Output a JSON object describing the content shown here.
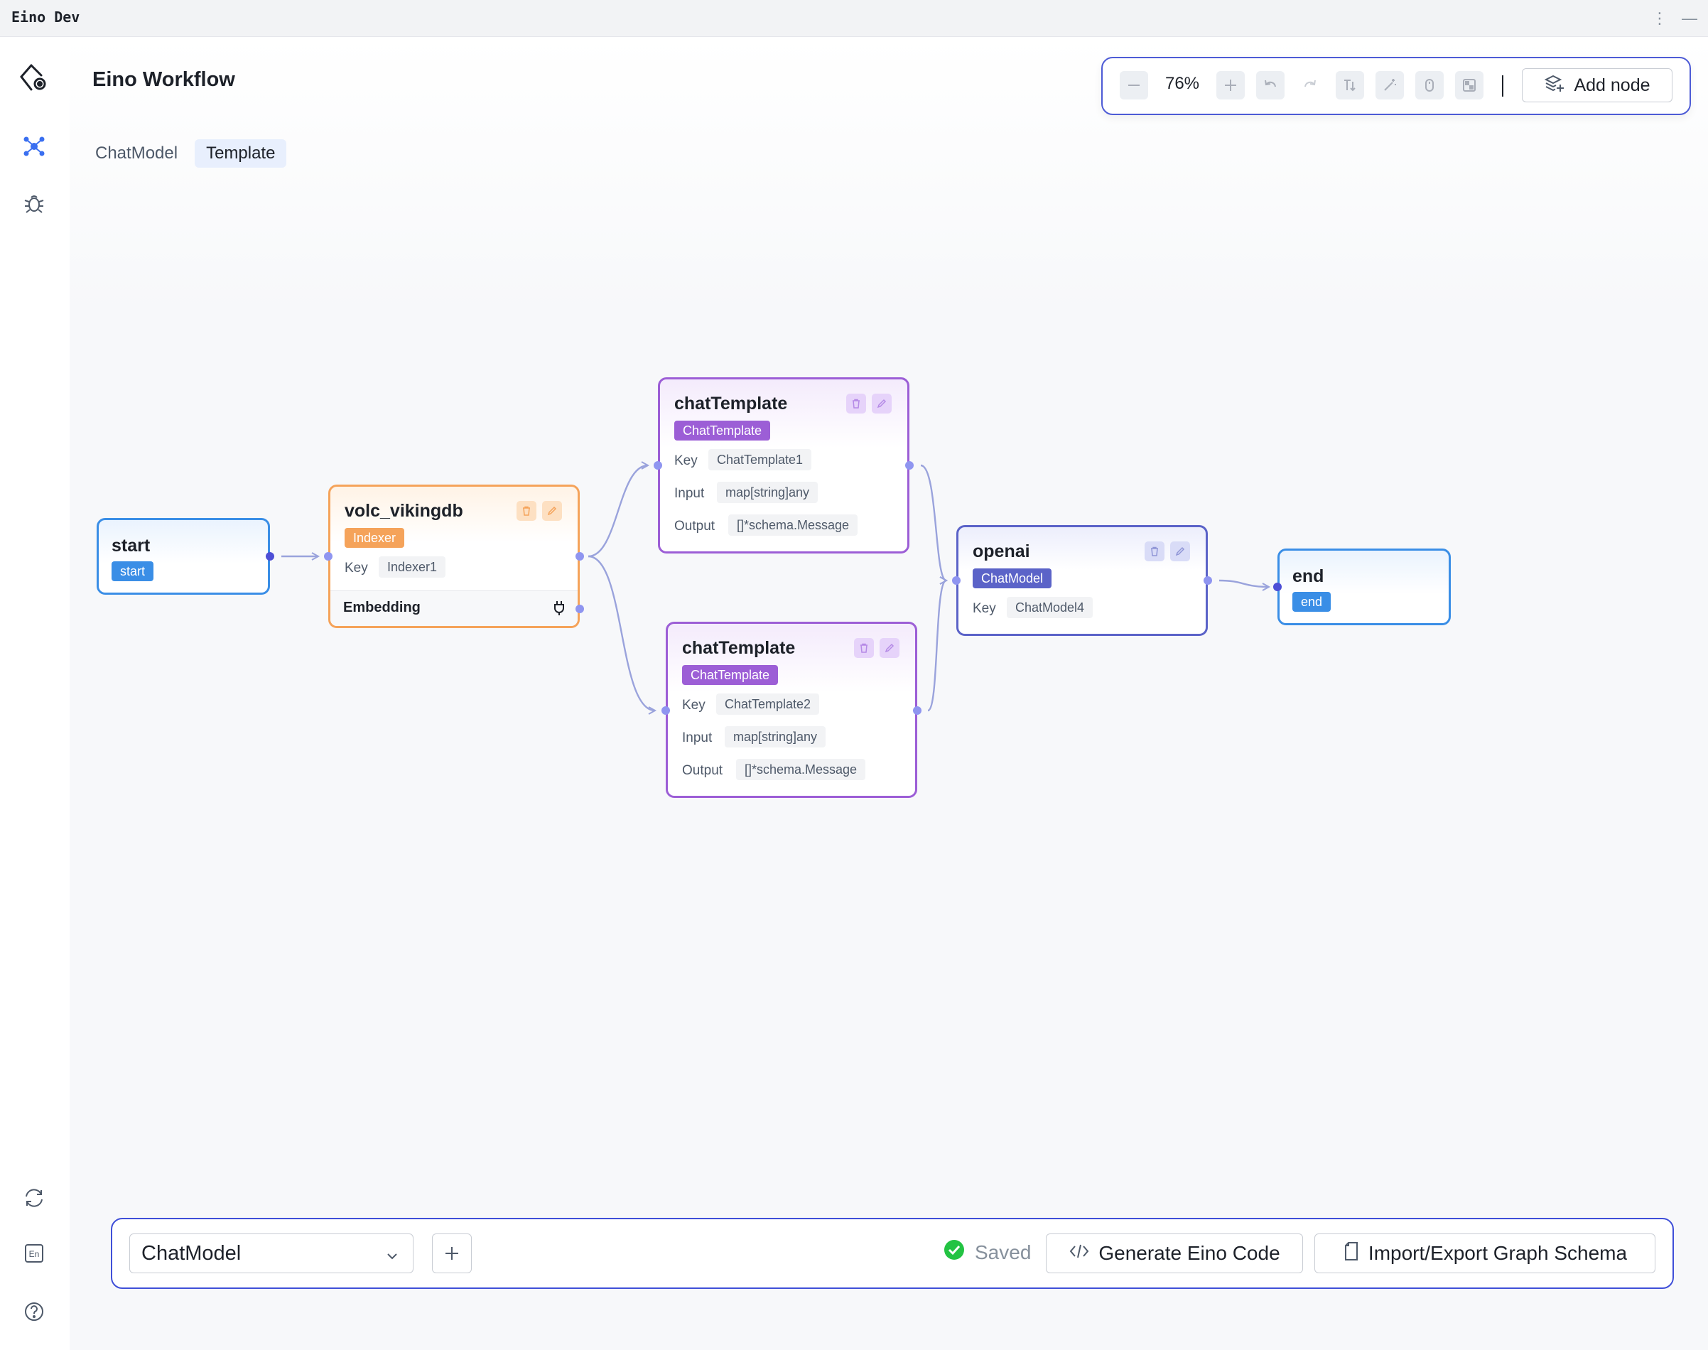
{
  "app": {
    "window_title": "Eino Dev"
  },
  "header": {
    "title": "Eino Workflow"
  },
  "tabs": [
    {
      "label": "ChatModel",
      "active": false
    },
    {
      "label": "Template",
      "active": true
    }
  ],
  "toolbar": {
    "zoom": "76%",
    "add_node_label": "Add node"
  },
  "nodes": {
    "start": {
      "name": "start",
      "badge": "start",
      "badge_color": "#3a8ee6"
    },
    "volc": {
      "name": "volc_vikingdb",
      "badge": "Indexer",
      "badge_color": "#f5a35a",
      "key_label": "Key",
      "key": "Indexer1",
      "embedding_label": "Embedding"
    },
    "ct1": {
      "name": "chatTemplate",
      "badge": "ChatTemplate",
      "badge_color": "#9c5ed6",
      "key_label": "Key",
      "key": "ChatTemplate1",
      "input_label": "Input",
      "input": "map[string]any",
      "output_label": "Output",
      "output": "[]*schema.Message"
    },
    "ct2": {
      "name": "chatTemplate",
      "badge": "ChatTemplate",
      "badge_color": "#9c5ed6",
      "key_label": "Key",
      "key": "ChatTemplate2",
      "input_label": "Input",
      "input": "map[string]any",
      "output_label": "Output",
      "output": "[]*schema.Message"
    },
    "openai": {
      "name": "openai",
      "badge": "ChatModel",
      "badge_color": "#5b63c8",
      "key_label": "Key",
      "key": "ChatModel4"
    },
    "end": {
      "name": "end",
      "badge": "end",
      "badge_color": "#3a8ee6"
    }
  },
  "bottom": {
    "selected_model": "ChatModel",
    "status": "Saved",
    "generate_label": "Generate Eino Code",
    "import_export_label": "Import/Export Graph Schema"
  }
}
